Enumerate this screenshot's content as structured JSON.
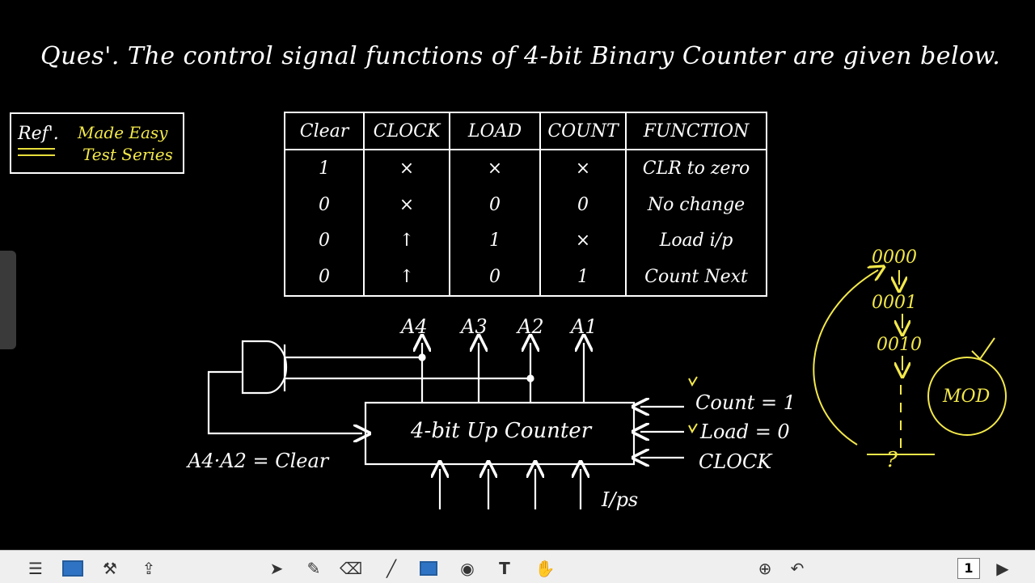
{
  "question": "Ques'. The control signal functions of 4-bit Binary Counter are given below.",
  "reference": {
    "label": "Ref'.",
    "lines": [
      "Made Easy",
      "Test Series"
    ]
  },
  "table": {
    "headers": [
      "Clear",
      "CLOCK",
      "LOAD",
      "COUNT",
      "FUNCTION"
    ],
    "rows": [
      [
        "1",
        "×",
        "×",
        "×",
        "CLR to zero"
      ],
      [
        "0",
        "×",
        "0",
        "0",
        "No change"
      ],
      [
        "0",
        "↑",
        "1",
        "×",
        "Load i/p"
      ],
      [
        "0",
        "↑",
        "0",
        "1",
        "Count Next"
      ]
    ]
  },
  "circuit": {
    "outputs": [
      "A4",
      "A3",
      "A2",
      "A1"
    ],
    "counter_label": "4-bit Up Counter",
    "clear_expr": "A4·A2 = Clear",
    "control_inputs": [
      "Count = 1",
      "Load = 0",
      "CLOCK"
    ],
    "inputs_label": "I/ps"
  },
  "sequence": {
    "states": [
      "0000",
      "0001",
      "0010",
      "?"
    ],
    "mod_label": "MOD"
  },
  "colors": {
    "background": "#000000",
    "ink": "#ffffff",
    "highlight": "#f3e84a"
  },
  "toolbar": {
    "icons": [
      "menu-icon",
      "screen-icon",
      "tools-icon",
      "share-icon",
      "pointer-icon",
      "pencil-icon",
      "eraser-icon",
      "pen-icon",
      "rectangle-icon",
      "shape-icon",
      "text-icon",
      "hand-icon",
      "zoom-icon",
      "undo-icon",
      "page-icon",
      "next-icon"
    ],
    "page_number": "1"
  }
}
